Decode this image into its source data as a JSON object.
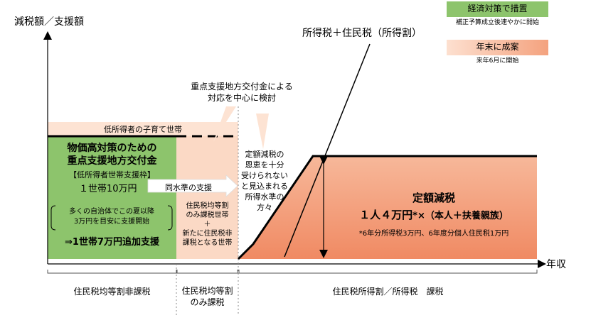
{
  "axes": {
    "y_label": "減税額／支援額",
    "x_label": "年収"
  },
  "legend": {
    "green_title": "経済対策で措置",
    "green_sub": "補正予算成立後速やかに開始",
    "orange_title": "年末に成案",
    "orange_sub": "来年6月に開始"
  },
  "annotations": {
    "income_tax_line": "所得税＋住民税（所得割）",
    "priority_support_1": "重点支援地方交付金による",
    "priority_support_2": "対応を中心に検討",
    "low_income_children": "低所得者の子育て世帯",
    "benefit_gap_lines": [
      "定額減税の",
      "恩恵を十分",
      "受けられない",
      "と見込まれる",
      "所得水準の",
      "方々"
    ]
  },
  "green_box": {
    "title_1": "物価高対策のための",
    "title_2": "重点支援地方交付金",
    "bracket": "【低所得者世帯支援枠】",
    "amount": "１世帯10万円",
    "note_1": "多くの自治体でこの夏以降",
    "note_2": "3万円を目安に支援開始",
    "extra": "⇒1世帯7万円追加支援"
  },
  "middle_box": {
    "arrow_label": "同水準の支援",
    "lines": [
      "住民税均等割",
      "のみ課税世帯",
      "＋",
      "新たに住民税非",
      "課税となる世帯"
    ]
  },
  "right_box": {
    "title": "定額減税",
    "amount": "１人４万円",
    "amount_suffix": "*×（本人＋扶養親族）",
    "footnote": "*6年分所得税3万円、6年度分個人住民税1万円"
  },
  "bottom_labels": {
    "left": "住民税均等割非課税",
    "middle_1": "住民税均等割",
    "middle_2": "のみ課税",
    "right": "住民税所得割／所得税　課税"
  },
  "colors": {
    "green": "#8dc46c",
    "light_orange": "#fbd9c5",
    "strong_orange": "#f4a27e",
    "legend_orange": "#f7b89a",
    "legend_green": "#8dc46c"
  }
}
